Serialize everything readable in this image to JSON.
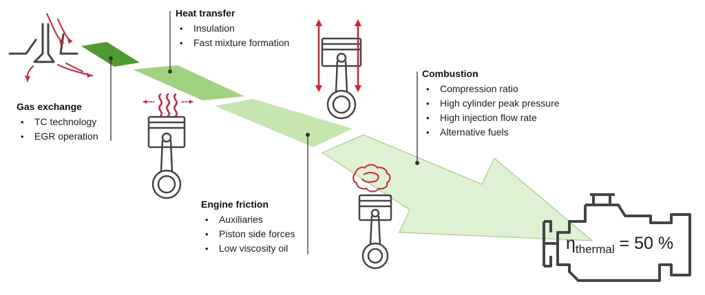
{
  "colors": {
    "dark_green": "#4e9a2e",
    "mid_green": "#9fd17f",
    "light_green": "#c6e6b0",
    "pale_green": "#d8efc8",
    "arrow_green": "#dff1d3",
    "accent_red": "#d42035",
    "outline_gray": "#444444"
  },
  "sections": {
    "gas_exchange": {
      "title": "Gas exchange",
      "items": [
        "TC technology",
        "EGR operation"
      ]
    },
    "heat_transfer": {
      "title": "Heat transfer",
      "items": [
        "Insulation",
        "Fast mixture formation"
      ]
    },
    "engine_friction": {
      "title": "Engine friction",
      "items": [
        "Auxiliaries",
        "Piston side forces",
        "Low viscosity oil"
      ]
    },
    "combustion": {
      "title": "Combustion",
      "items": [
        "Compression ratio",
        "High cylinder peak pressure",
        "High injection flow rate",
        "Alternative fuels"
      ]
    }
  },
  "engine": {
    "eta_symbol": "η",
    "eta_subscript": "thermal",
    "eta_value": "= 50 %"
  },
  "icons": [
    "valve-icon",
    "heat-waves-icon",
    "piston-icon",
    "flame-icon",
    "engine-block-icon"
  ]
}
